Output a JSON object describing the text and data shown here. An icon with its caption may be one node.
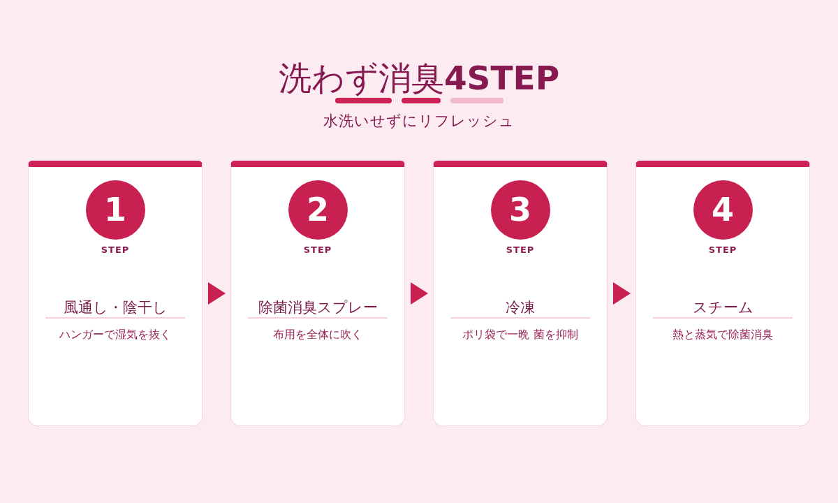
{
  "diagram": {
    "title": "洗わず消臭**4STEP**",
    "nodes": [
      {
        "text": [
          "風通し・陰干し",
          "ハンガーで湿気を抜く"
        ]
      },
      {
        "text": [
          "1"
        ],
        "in": 0,
        "beside": [
          "STEP"
        ]
      },
      {
        "text": [
          "除菌消臭スプレー",
          "布用を全体に吹く"
        ]
      },
      {
        "text": [
          "2"
        ],
        "in": 2,
        "beside": [
          "STEP"
        ]
      },
      {
        "text": [
          "冷凍",
          "ポリ袋で一晩 菌を抑制"
        ]
      },
      {
        "text": [
          "3"
        ],
        "in": 4,
        "beside": [
          "STEP"
        ]
      },
      {
        "text": [
          "スチーム",
          "熱と蒸気で除菌消臭"
        ]
      },
      {
        "text": [
          "4"
        ],
        "in": 6,
        "beside": [
          "STEP"
        ]
      }
    ],
    "edges": [
      {
        "from": 0,
        "to": 2,
        "arrow": "to"
      },
      {
        "from": 2,
        "to": 4,
        "arrow": "to"
      },
      {
        "from": 4,
        "to": 6,
        "arrow": "to"
      }
    ],
    "labels": [
      "水洗いせずにリフレッシュ"
    ]
  }
}
